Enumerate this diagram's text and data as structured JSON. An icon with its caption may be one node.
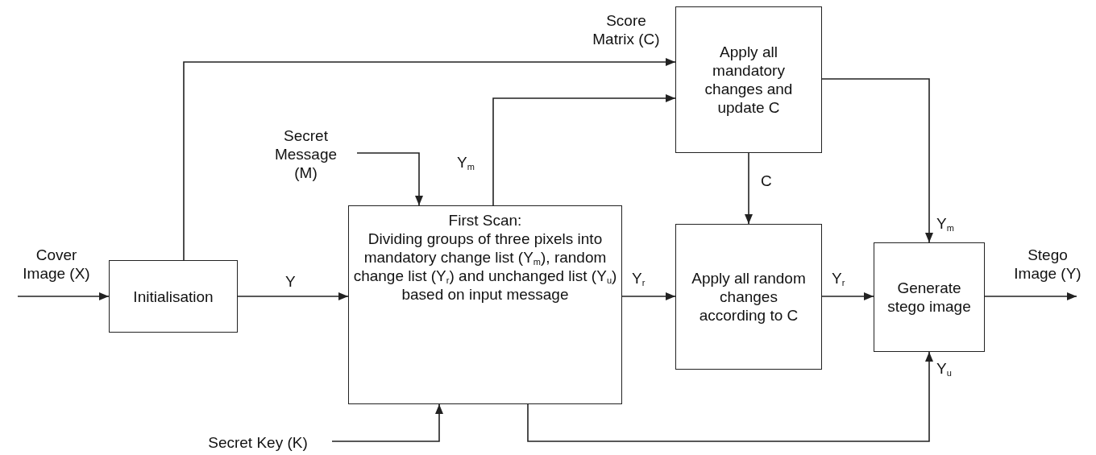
{
  "diagram": {
    "nodes": [
      {
        "text": [
          "Initialisation"
        ]
      },
      {
        "text": [
          "Secret Message (M)"
        ]
      },
      {
        "text": [
          "First Scan:",
          "Dividing groups of three pixels into mandatory change list (Y$_{m}$), random change list (Y$_{r}$) and unchanged list (Y$_{u}$) based on input message"
        ]
      },
      {
        "text": [
          "Secret Key (K)"
        ]
      },
      {
        "text": [
          "Apply all mandatory changes and update C"
        ]
      },
      {
        "text": [
          "Apply all random changes according to C"
        ]
      },
      {
        "text": [
          "Generate stego image"
        ]
      }
    ],
    "edges": [
      {
        "from": null,
        "to": 0,
        "arrow": "to",
        "label": "Cover Image (X)"
      },
      {
        "from": 0,
        "to": 4,
        "arrow": "to",
        "label": "Score Matrix (C)"
      },
      {
        "from": 0,
        "to": 2,
        "arrow": "to",
        "label": "Y"
      },
      {
        "from": 1,
        "to": 2,
        "arrow": "to"
      },
      {
        "from": 3,
        "to": 2,
        "arrow": "to"
      },
      {
        "from": 2,
        "to": 4,
        "arrow": "to",
        "label": "Y$_{m}$"
      },
      {
        "from": 2,
        "to": 5,
        "arrow": "to",
        "label": "Y$_{r}$"
      },
      {
        "from": 4,
        "to": 5,
        "arrow": "to",
        "label": "C"
      },
      {
        "from": 5,
        "to": 6,
        "arrow": "to",
        "label": "Y$_{r}$"
      },
      {
        "from": 4,
        "to": 6,
        "arrow": "to",
        "label": "Y$_{m}$"
      },
      {
        "from": 2,
        "to": 6,
        "arrow": "to",
        "label": "Y$_{u}$"
      },
      {
        "from": 6,
        "to": null,
        "arrow": "to",
        "label": "Stego Image (Y)"
      }
    ]
  }
}
